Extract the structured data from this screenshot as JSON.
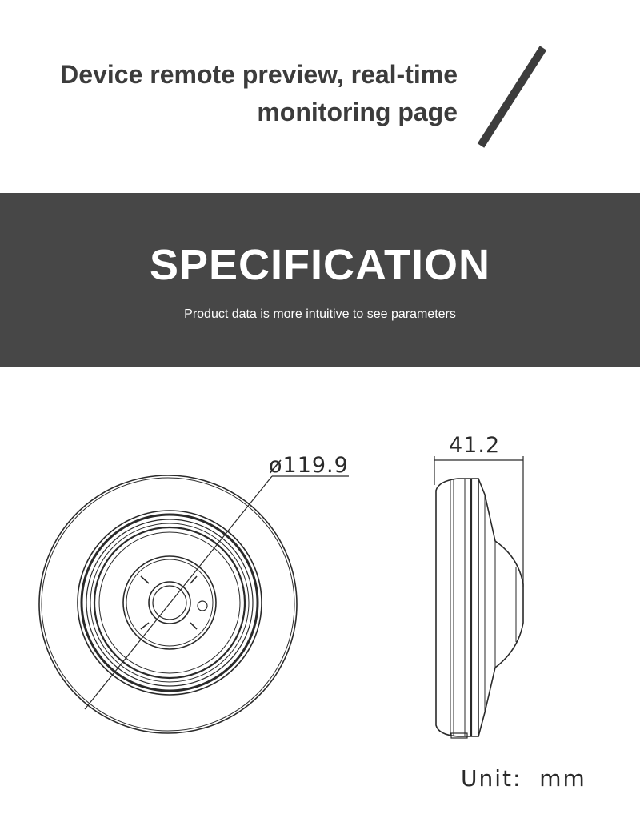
{
  "header": {
    "title_line1": "Device remote preview, real-time",
    "title_line2": "monitoring page"
  },
  "spec_band": {
    "title": "SPECIFICATION",
    "subtitle": "Product data is more intuitive to see parameters"
  },
  "drawing": {
    "diameter_label": "ø119.9",
    "thickness_label": "41.2",
    "unit_label": "Unit:  mm"
  },
  "colors": {
    "heading_text": "#3c3c3c",
    "band_background": "#474747",
    "band_text": "#ffffff",
    "line_drawing": "#2a2a2a"
  }
}
